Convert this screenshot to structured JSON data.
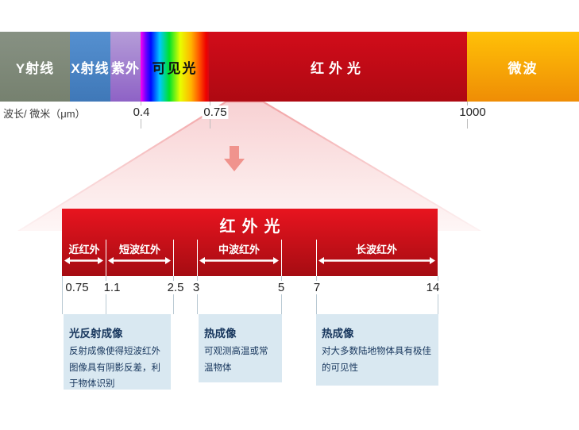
{
  "spectrum_bar": {
    "bands": [
      {
        "name": "gamma",
        "label": "Y射线",
        "color": "#7f8b7d"
      },
      {
        "name": "xray",
        "label": "X射线",
        "color": "#4a87c9"
      },
      {
        "name": "uv",
        "label": "紫外",
        "color": "#9e77cc"
      },
      {
        "name": "visible",
        "label": "可见光",
        "color": "rainbow-gradient"
      },
      {
        "name": "infrared",
        "label": "红外光",
        "color": "#c00b17"
      },
      {
        "name": "microwave",
        "label": "微波",
        "color": "#f8a806"
      }
    ]
  },
  "wavelength_axis": {
    "label": "波长/ 微米（μm）",
    "ticks": [
      "0.4",
      "0.75",
      "1000"
    ]
  },
  "funnel": {
    "arrow_icon": "down-arrow-icon",
    "arrow_color": "#f0938d"
  },
  "infrared_detail": {
    "title": "红外光",
    "bar_color_top": "#e8141f",
    "bar_color_bottom": "#a50c12",
    "sub_bands": [
      {
        "label": "近红外",
        "range": [
          "0.75",
          "1.1"
        ]
      },
      {
        "label": "短波红外",
        "range": [
          "1.1",
          "2.5"
        ]
      },
      {
        "label": "中波红外",
        "range": [
          "3",
          "5"
        ]
      },
      {
        "label": "长波红外",
        "range": [
          "7",
          "14"
        ]
      }
    ],
    "scale_ticks": [
      "0.75",
      "1.1",
      "2.5",
      "3",
      "5",
      "7",
      "14"
    ],
    "info_boxes": [
      {
        "title": "光反射成像",
        "body": "反射成像使得短波红外图像具有阴影反差，利于物体识别"
      },
      {
        "title": "热成像",
        "body": "可观测高温或常温物体"
      },
      {
        "title": "热成像",
        "body": "对大多数陆地物体具有极佳的可见性"
      }
    ],
    "box_background": "#d9e8f1",
    "box_text_color": "#17365d"
  }
}
